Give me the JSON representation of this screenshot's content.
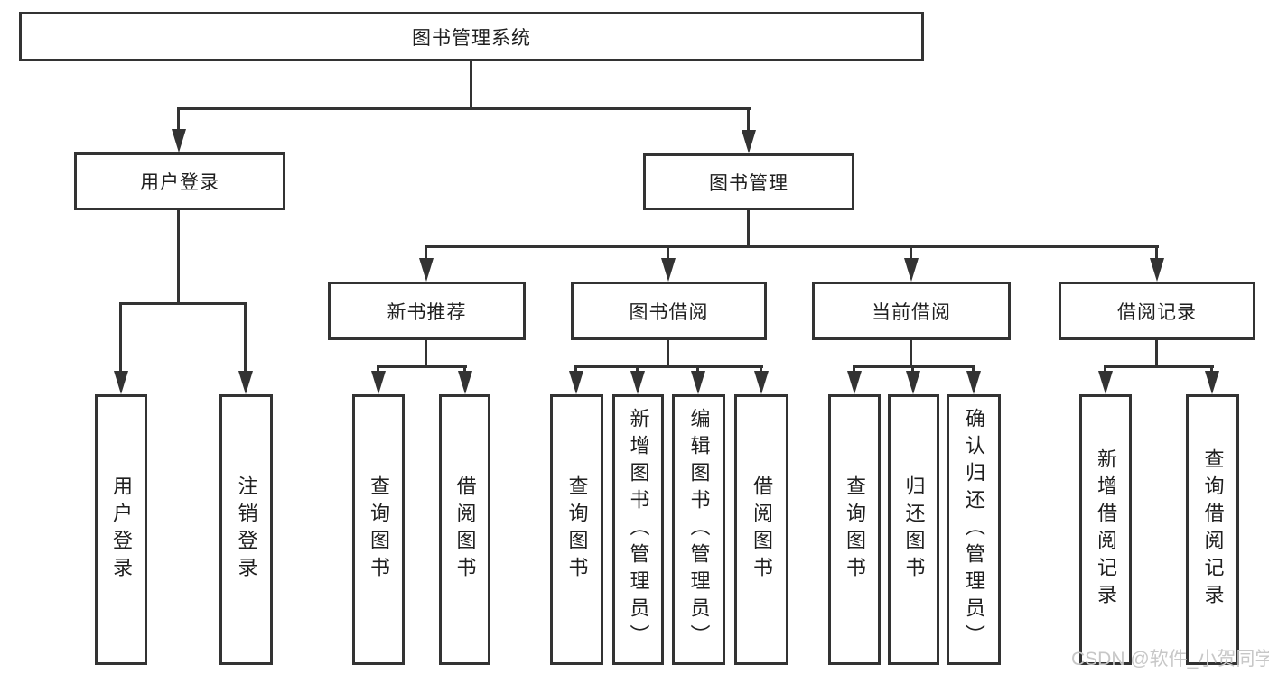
{
  "diagram": {
    "type": "hierarchy-diagram",
    "colors": {
      "line": "#333333",
      "box_background": "#ffffff",
      "text": "#1f1f1f",
      "watermark_text": "#c7c7c7"
    },
    "root": {
      "label": "图书管理系统"
    },
    "branches": [
      {
        "label": "用户登录",
        "children": [
          "用户登录",
          "注销登录"
        ]
      },
      {
        "label": "图书管理"
      }
    ],
    "modules": [
      {
        "label": "新书推荐",
        "children": [
          "查询图书",
          "借阅图书"
        ]
      },
      {
        "label": "图书借阅",
        "children": [
          "查询图书",
          "新增图书（管理员）",
          "编辑图书（管理员）",
          "借阅图书"
        ]
      },
      {
        "label": "当前借阅",
        "children": [
          "查询图书",
          "归还图书",
          "确认归还（管理员）"
        ]
      },
      {
        "label": "借阅记录",
        "children": [
          "新增借阅记录",
          "查询借阅记录"
        ]
      }
    ],
    "watermark": "CSDN @软件_小贺同学"
  }
}
